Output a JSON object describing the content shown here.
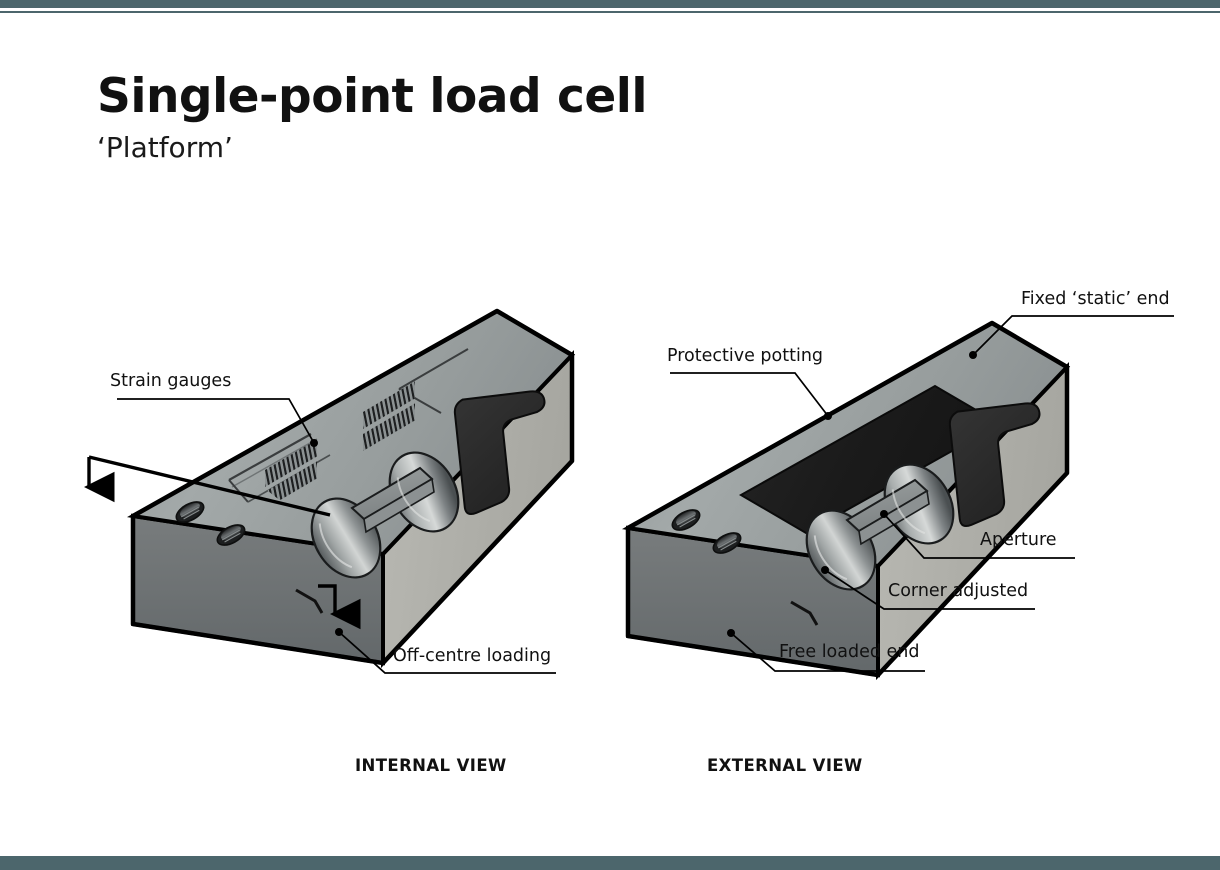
{
  "page": {
    "title": "Single-point load cell",
    "subtitle": "‘Platform’",
    "accent_color": "#4c666c",
    "background_color": "#ffffff",
    "text_color": "#111111"
  },
  "views": [
    {
      "id": "internal",
      "caption": "INTERNAL VIEW",
      "callouts": [
        {
          "id": "strain-gauges",
          "label": "Strain gauges"
        },
        {
          "id": "off-centre-loading",
          "label": "Off-centre loading"
        }
      ]
    },
    {
      "id": "external",
      "caption": "EXTERNAL VIEW",
      "callouts": [
        {
          "id": "fixed-static-end",
          "label": "Fixed ‘static’ end"
        },
        {
          "id": "protective-potting",
          "label": "Protective potting"
        },
        {
          "id": "aperture",
          "label": "Aperture"
        },
        {
          "id": "corner-adjusted",
          "label": "Corner adjusted"
        },
        {
          "id": "free-loaded-end",
          "label": "Free loaded end"
        }
      ]
    }
  ],
  "colors": {
    "body_top": "#9ba1a1",
    "body_front": "#b4b4ae",
    "body_end": "#6f7374",
    "potting": "#1e1e1e",
    "recess": "#2b2b2b",
    "outline": "#000000",
    "bore_light": "#cfd2d2",
    "bore_dark": "#5a5e60"
  }
}
